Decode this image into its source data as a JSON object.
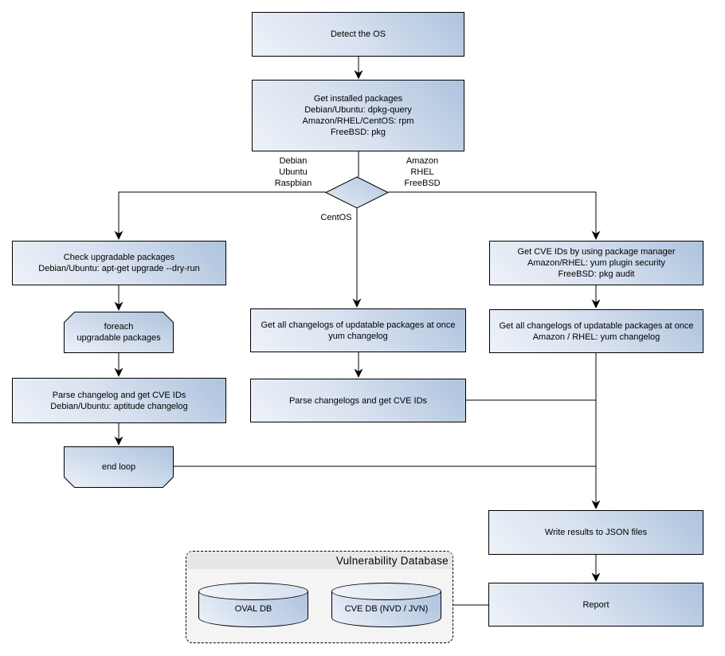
{
  "diagram": {
    "colors": {
      "node_fill_light": "#eef2f9",
      "node_fill_dark": "#aec3de",
      "node_border": "#000000",
      "connector": "#000000",
      "group_background": "#f4f4f4",
      "group_title_band": "#e7e7e7"
    },
    "nodes": {
      "detect_os": {
        "lines": [
          "Detect the OS"
        ]
      },
      "get_installed_packages": {
        "lines": [
          "Get installed packages",
          "Debian/Ubuntu: dpkg-query",
          "Amazon/RHEL/CentOS: rpm",
          "FreeBSD: pkg"
        ]
      },
      "check_upgradable": {
        "lines": [
          "Check upgradable packages",
          "Debian/Ubuntu: apt-get upgrade --dry-run"
        ]
      },
      "foreach_loop": {
        "lines": [
          "foreach",
          "upgradable  packages"
        ]
      },
      "parse_changelog_deb": {
        "lines": [
          "Parse changelog and get  CVE IDs",
          "Debian/Ubuntu: aptitude changelog"
        ]
      },
      "end_loop": {
        "lines": [
          "end loop"
        ]
      },
      "get_changelogs_centos": {
        "lines": [
          "Get all changelogs of updatable packages at once",
          "yum changelog"
        ]
      },
      "parse_changelogs_centos": {
        "lines": [
          "Parse changelogs and get CVE IDs"
        ]
      },
      "get_cve_ids_pkg_mgr": {
        "lines": [
          "Get CVE IDs by using package manager",
          "Amazon/RHEL: yum plugin security",
          "FreeBSD: pkg audit"
        ]
      },
      "get_changelogs_amazon": {
        "lines": [
          "Get all changelogs of updatable packages at once",
          "Amazon / RHEL: yum changelog"
        ]
      },
      "write_json": {
        "lines": [
          "Write results to JSON files"
        ]
      },
      "report": {
        "lines": [
          "Report"
        ]
      }
    },
    "decision": {
      "left_label_lines": [
        "Debian",
        "Ubuntu",
        "Raspbian"
      ],
      "right_label_lines": [
        "Amazon",
        "RHEL",
        "FreeBSD"
      ],
      "bottom_label": "CentOS"
    },
    "database_group": {
      "title": "Vulnerability Database",
      "cylinders": [
        {
          "label": "OVAL DB"
        },
        {
          "label": "CVE DB (NVD / JVN)"
        }
      ]
    }
  }
}
